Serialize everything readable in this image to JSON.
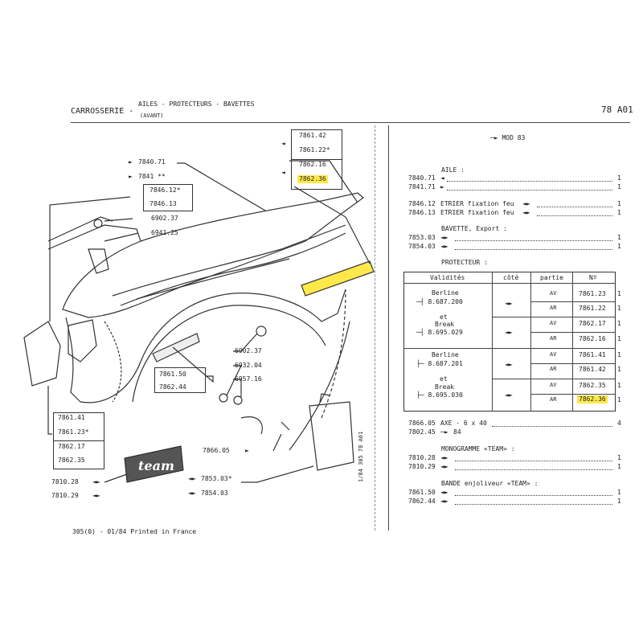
{
  "header": {
    "section": "CARROSSERIE -",
    "subtitle": "AILES - PROTECTEURS - BAVETTES",
    "subtitle2": "(AVANT)",
    "page_code": "78 A01"
  },
  "footer": {
    "text": "305(0) - 01/84 Printed in France"
  },
  "side_code": "1/84 305 78 A01",
  "diagram_labels": {
    "l7861_42": "7861.42",
    "l7861_22": "7861.22*",
    "l7862_16": "7862.16",
    "l7862_36": "7862.36",
    "l7840_71": "7840.71",
    "l7841": "7841 **",
    "l7846_12": "7846.12*",
    "l7846_13": "7846.13",
    "l6902_37a": "6902.37",
    "l6941_25": "6941.25",
    "l6902_37b": "6902.37",
    "l6932_04": "6932.04",
    "l6957_16": "6957.16",
    "l7861_50": "7861.50",
    "l7862_44": "7862.44",
    "l7861_41": "7861.41",
    "l7861_23": "7861.23*",
    "l7862_17": "7862.17",
    "l7862_35": "7862.35",
    "l7866_05": "7866.05",
    "l7810_28": "7810.28",
    "l7810_29": "7810.29",
    "l7853_03": "7853.03*",
    "l7854_03": "7854.03",
    "monogram": "team"
  },
  "parts": {
    "mod": "MOD 83",
    "aile_title": "AILE :",
    "aile": [
      {
        "ref": "7840.71",
        "qty": "1"
      },
      {
        "ref": "7841.71",
        "qty": "1"
      }
    ],
    "etrier": [
      {
        "ref": "7846.12",
        "desc": "ETRIER fixation feu",
        "qty": "1"
      },
      {
        "ref": "7846.13",
        "desc": "ETRIER fixation feu",
        "qty": "1"
      }
    ],
    "bavette_title": "BAVETTE, Export :",
    "bavette": [
      {
        "ref": "7853.03",
        "qty": "1"
      },
      {
        "ref": "7854.03",
        "qty": "1"
      }
    ],
    "protecteur_title": "PROTECTEUR :",
    "table_headers": {
      "validites": "Validités",
      "cote": "côté",
      "partie": "partie",
      "no": "Nº"
    },
    "g1": {
      "name": "Berline",
      "serial": "8.687.200",
      "and": "et",
      "name2": "Break",
      "serial2": "8.695.029"
    },
    "g2": {
      "name": "Berline",
      "serial": "8.687.201",
      "and": "et",
      "name2": "Break",
      "serial2": "8.695.030"
    },
    "rows": [
      {
        "partie": "AV",
        "no": "7861.23",
        "qty": "1"
      },
      {
        "partie": "AR",
        "no": "7861.22",
        "qty": "1"
      },
      {
        "partie": "AV",
        "no": "7862.17",
        "qty": "1"
      },
      {
        "partie": "AR",
        "no": "7862.16",
        "qty": "1"
      },
      {
        "partie": "AV",
        "no": "7861.41",
        "qty": "1"
      },
      {
        "partie": "AR",
        "no": "7861.42",
        "qty": "1"
      },
      {
        "partie": "AV",
        "no": "7862.35",
        "qty": "1"
      },
      {
        "partie": "AR",
        "no": "7862.36",
        "qty": "1"
      }
    ],
    "axe": {
      "ref": "7866.05",
      "desc": "AXE - 6 x 40",
      "qty": "4"
    },
    "axe2": {
      "ref": "7802.45",
      "desc": "84"
    },
    "monogramme_title": "MONOGRAMME «TEAM» :",
    "monogramme": [
      {
        "ref": "7810.28",
        "qty": "1"
      },
      {
        "ref": "7810.29",
        "qty": "1"
      }
    ],
    "bande_title": "BANDE enjoliveur «TEAM» :",
    "bande": [
      {
        "ref": "7861.50",
        "qty": "1"
      },
      {
        "ref": "7862.44",
        "qty": "1"
      }
    ]
  }
}
